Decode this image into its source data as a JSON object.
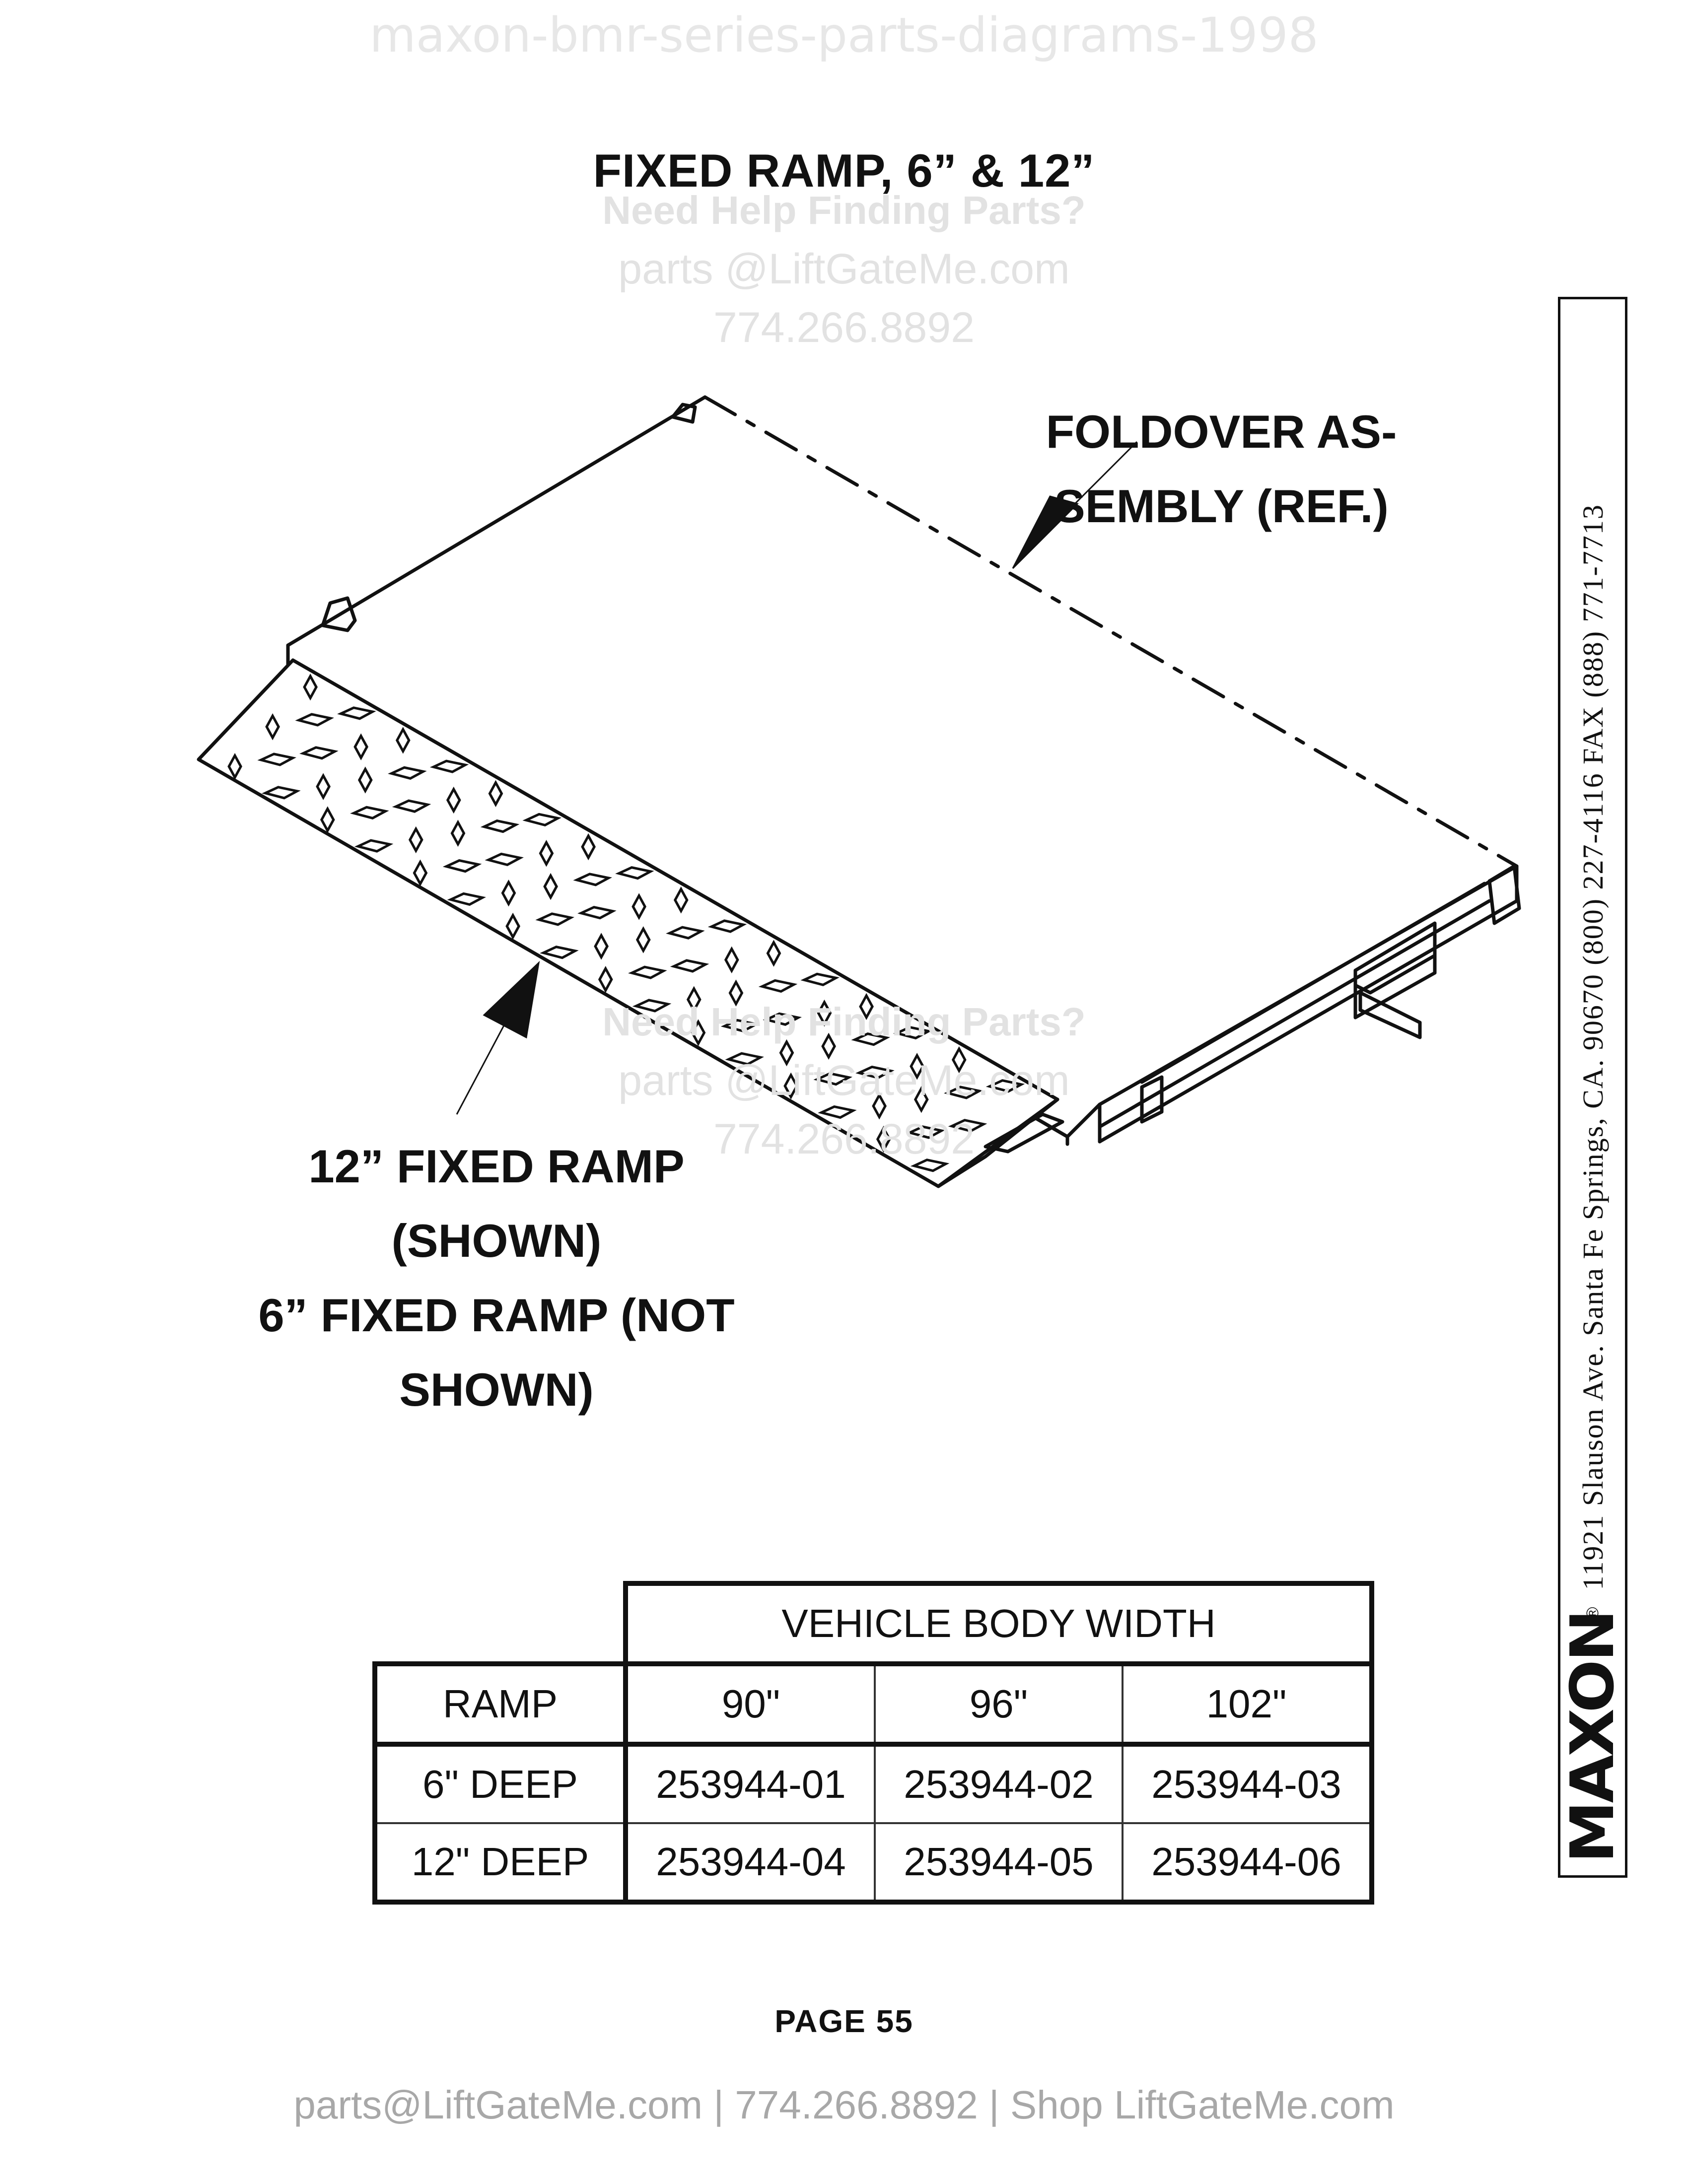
{
  "watermark_top": "maxon-bmr-series-parts-diagrams-1998",
  "title": "FIXED RAMP, 6” & 12”",
  "help_watermark": {
    "heading": "Need Help Finding Parts?",
    "email": "parts @LiftGateMe.com",
    "phone": "774.266.8892"
  },
  "callouts": {
    "foldover_line1": "FOLDOVER AS-",
    "foldover_line2": "SEMBLY (REF.)",
    "ramp_line1": "12” FIXED RAMP",
    "ramp_line2": "(SHOWN)",
    "ramp_line3": "6” FIXED RAMP (NOT",
    "ramp_line4": "SHOWN)"
  },
  "sidebar": {
    "brand": "MAXON",
    "registered": "®",
    "address": "11921 Slauson Ave.   Santa Fe Springs, CA.   90670   (800) 227-4116   FAX (888) 771-7713"
  },
  "table": {
    "group_header": "VEHICLE BODY WIDTH",
    "columns": [
      "RAMP",
      "90\"",
      "96\"",
      "102\""
    ],
    "rows": [
      [
        "6\"  DEEP",
        "253944-01",
        "253944-02",
        "253944-03"
      ],
      [
        "12\"  DEEP",
        "253944-04",
        "253944-05",
        "253944-06"
      ]
    ]
  },
  "page_label": "PAGE  55",
  "footer": "parts@LiftGateMe.com | 774.266.8892 | Shop LiftGateMe.com"
}
